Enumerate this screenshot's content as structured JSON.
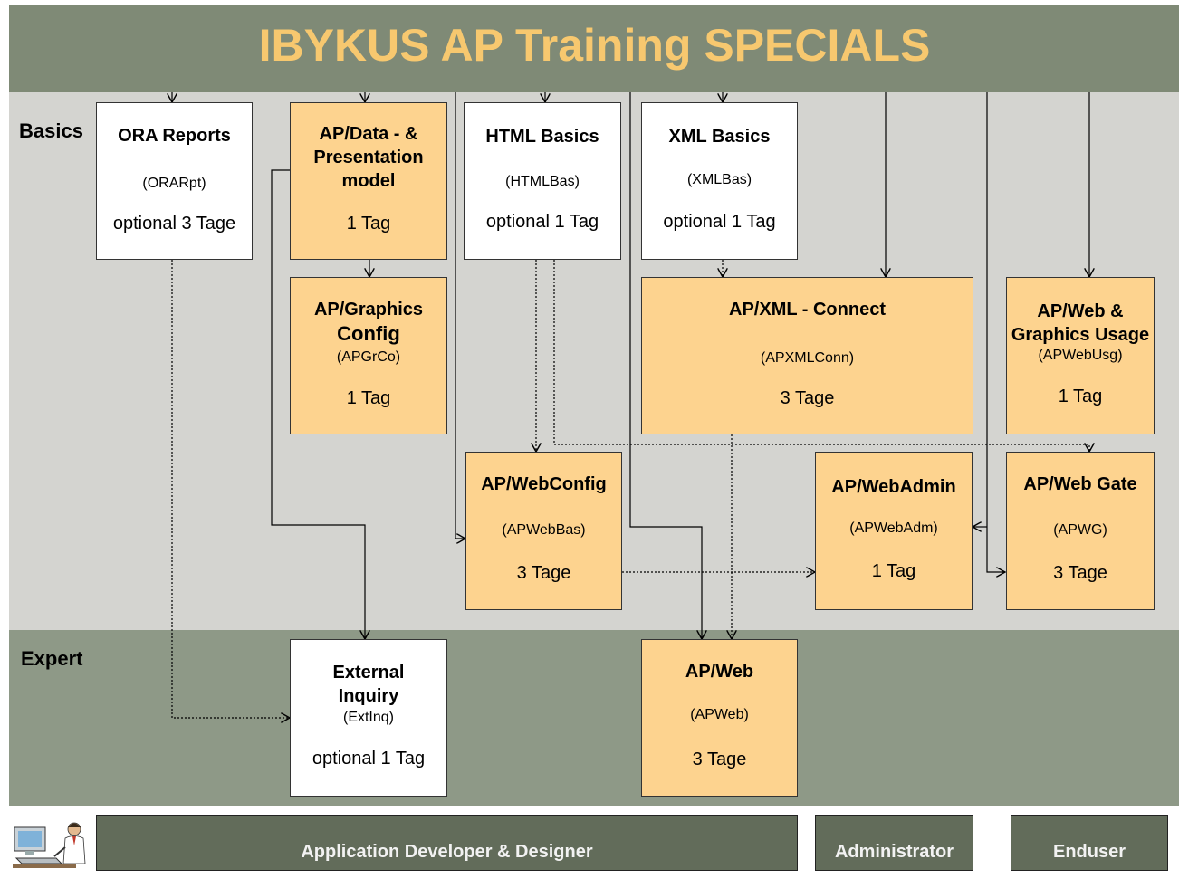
{
  "title": "IBYKUS AP Training SPECIALS",
  "levels": {
    "basics": "Basics",
    "expert": "Expert"
  },
  "colors": {
    "header": "#7f8a76",
    "title": "#f7c86f",
    "basics_band": "#d4d4d0",
    "expert_band": "#8e9987",
    "course": "#fdd38f",
    "role_bar": "#626c5a"
  },
  "courses": {
    "orarpt": {
      "title": "ORA Reports",
      "code": "(ORARpt)",
      "duration": "optional 3 Tage"
    },
    "apdata": {
      "title_lines": [
        "AP/Data - &",
        "Presentation",
        "model"
      ],
      "duration": "1 Tag"
    },
    "htmlbas": {
      "title": "HTML Basics",
      "code": "(HTMLBas)",
      "duration": "optional 1 Tag"
    },
    "xmlbas": {
      "title": "XML Basics",
      "code": "(XMLBas)",
      "duration": "optional 1 Tag"
    },
    "apgrco": {
      "title_lines": [
        "AP/Graphics",
        "Config"
      ],
      "code": "(APGrCo)",
      "duration": "1 Tag"
    },
    "apxmlconn": {
      "title": "AP/XML - Connect",
      "code": "(APXMLConn)",
      "duration": "3 Tage"
    },
    "apwebusg": {
      "title_lines": [
        "AP/Web &",
        "Graphics Usage"
      ],
      "code": "(APWebUsg)",
      "duration": "1 Tag"
    },
    "apwebbas": {
      "title": "AP/WebConfig",
      "code": "(APWebBas)",
      "duration": "3 Tage"
    },
    "apwebadm": {
      "title": "AP/WebAdmin",
      "code": "(APWebAdm)",
      "duration": "1 Tag"
    },
    "apwg": {
      "title": "AP/Web Gate",
      "code": "(APWG)",
      "duration": "3 Tage"
    },
    "extinq": {
      "title_lines": [
        "External",
        "Inquiry"
      ],
      "code": "(ExtInq)",
      "duration": "optional 1 Tag"
    },
    "apweb": {
      "title": "AP/Web",
      "code": "(APWeb)",
      "duration": "3 Tage"
    }
  },
  "roles": {
    "developer": "Application Developer & Designer",
    "administrator": "Administrator",
    "enduser": "Enduser"
  },
  "icons": {
    "user": "computer-user-icon"
  }
}
